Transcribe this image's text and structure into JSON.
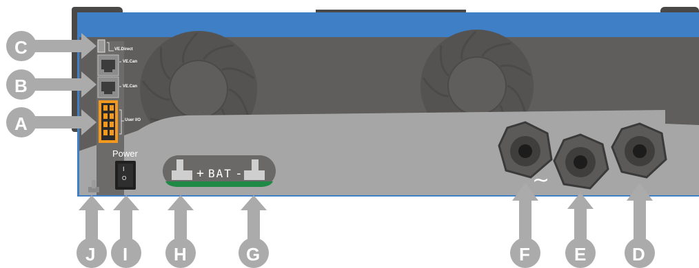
{
  "ports": {
    "ve_direct": "VE.Direct",
    "ve_can_1": "VE.Can",
    "ve_can_2": "VE.Can",
    "user_io": "User I/O"
  },
  "switch": {
    "label": "Power",
    "on_symbol": "I",
    "off_symbol": "O"
  },
  "battery": {
    "plus": "+",
    "label": "BAT",
    "minus": "-"
  },
  "ac_symbol": "~",
  "callouts": [
    "A",
    "B",
    "C",
    "D",
    "E",
    "F",
    "G",
    "H",
    "I",
    "J"
  ],
  "colors": {
    "top_band": "#3f7fc5",
    "housing": "#5f5e5d",
    "housing_dark": "#4a4948",
    "panel": "#a6a6a6",
    "callout": "#ababab",
    "terminal_green": "#1e8a45",
    "io_orange": "#f39a1e"
  }
}
